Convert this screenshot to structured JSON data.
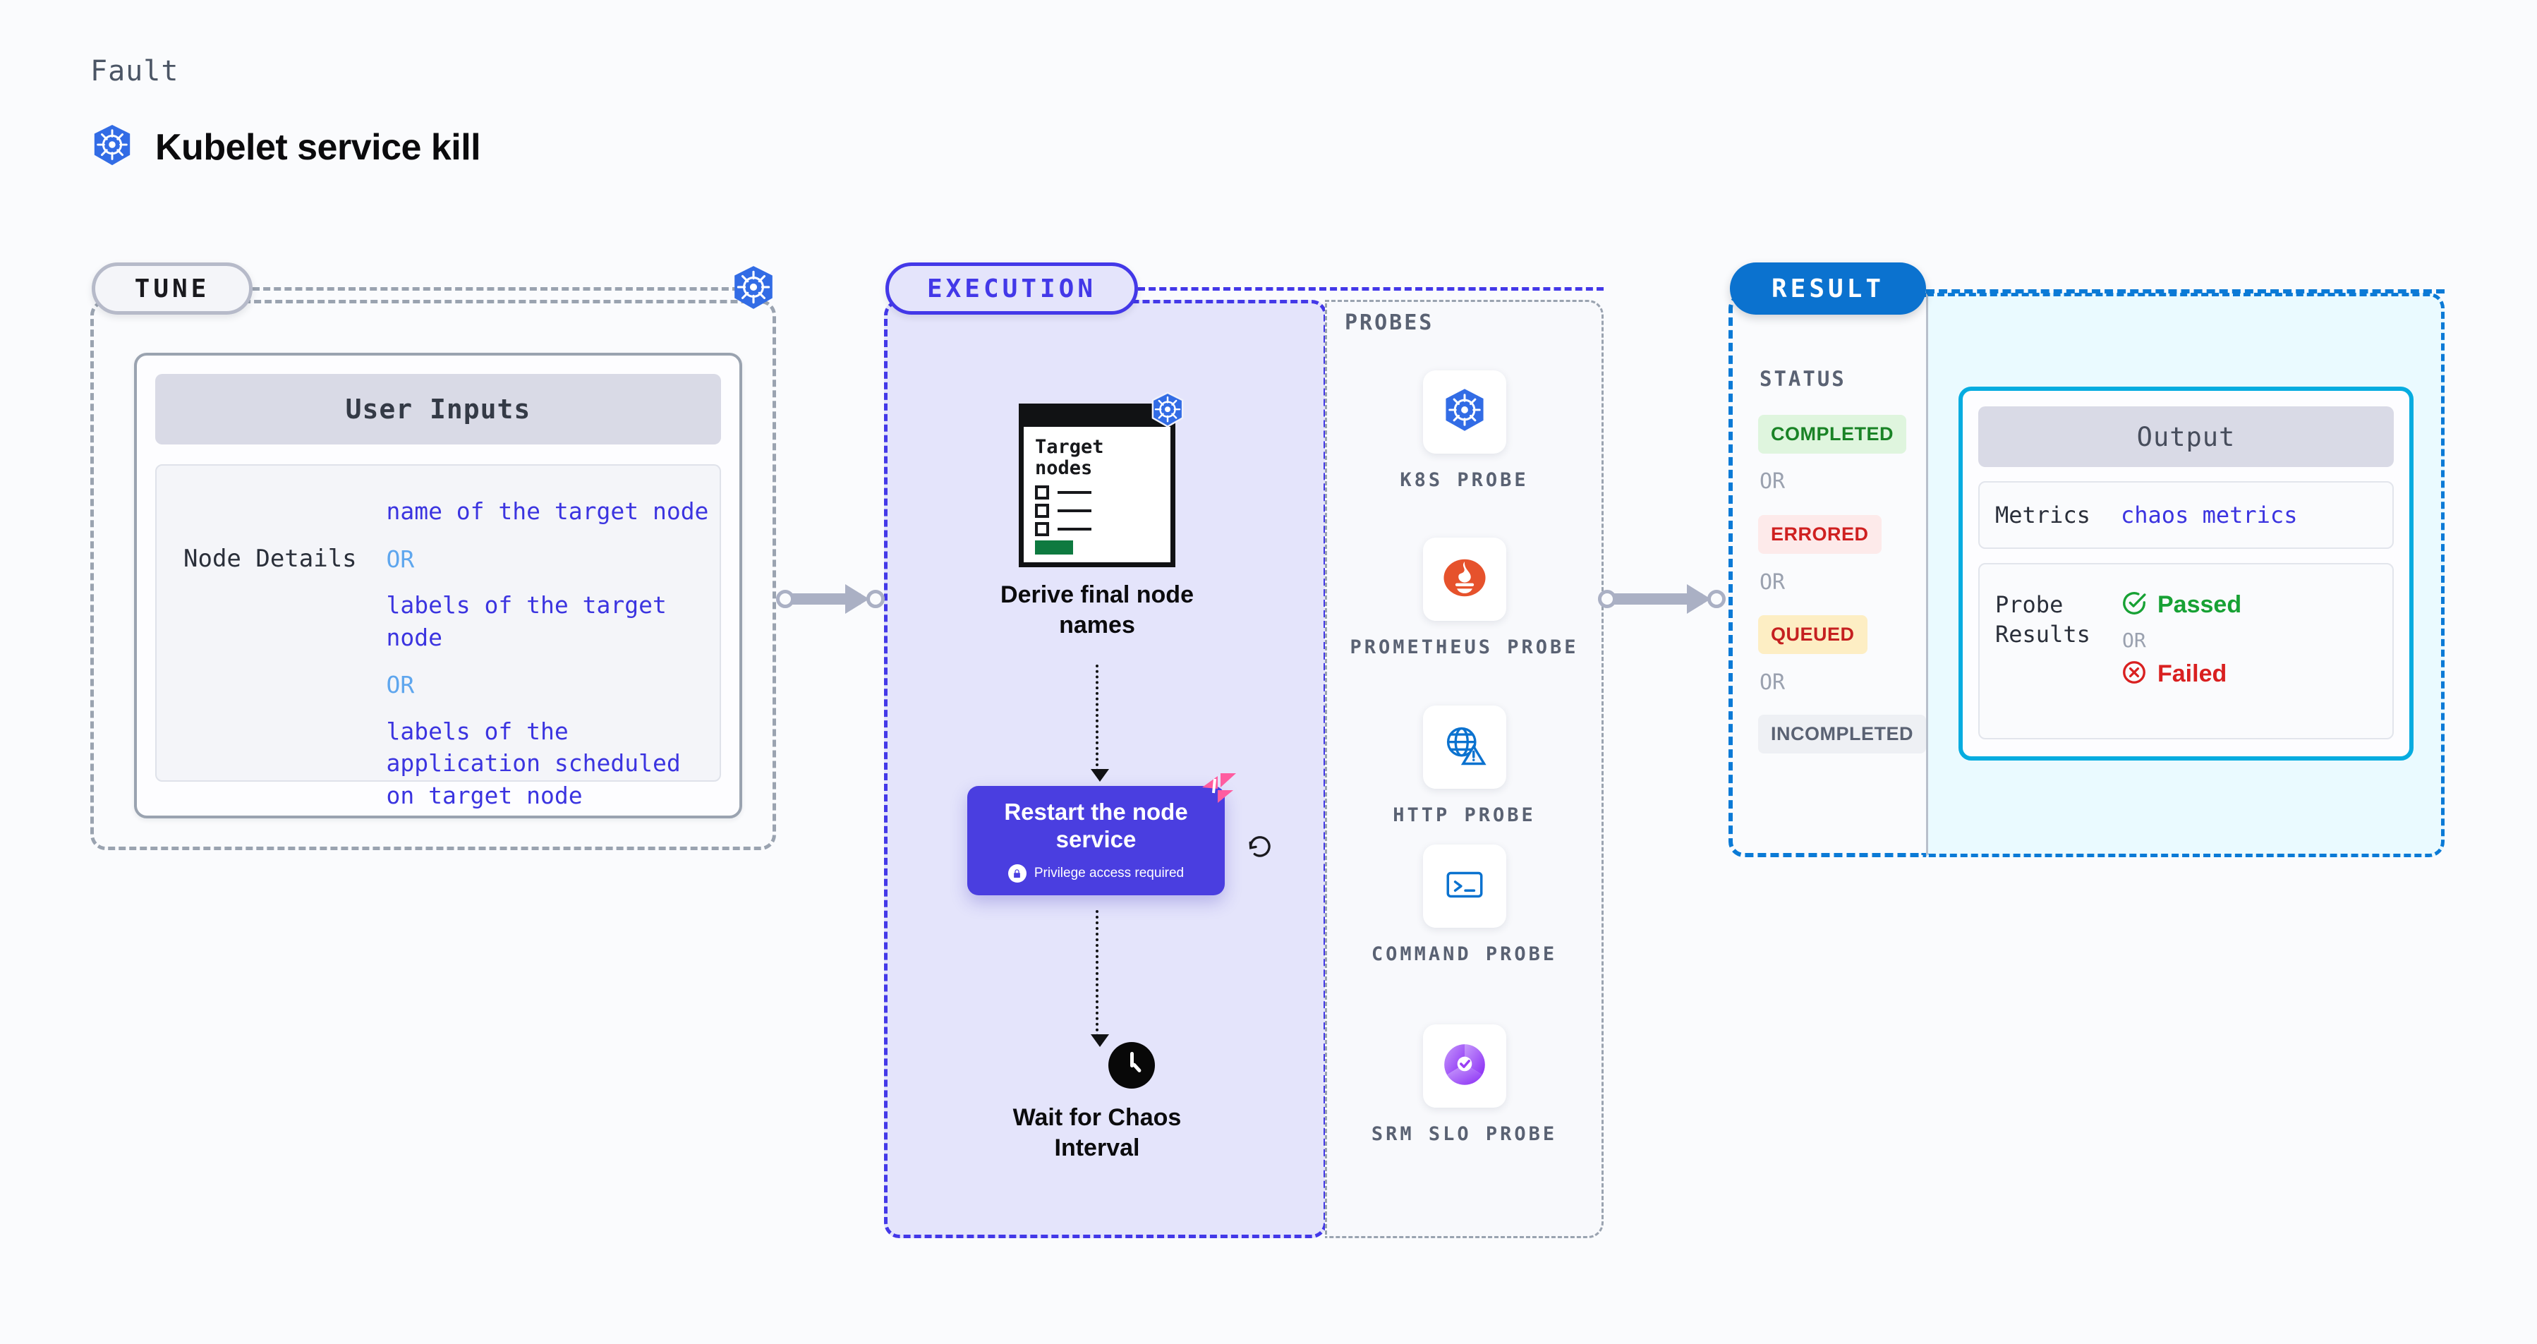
{
  "header": {
    "eyebrow": "Fault",
    "title": "Kubelet service kill",
    "icon": "kubernetes-icon"
  },
  "tune": {
    "tab_label": "TUNE",
    "badge_icon": "kubernetes-icon",
    "card": {
      "heading": "User Inputs",
      "rows": [
        {
          "key": "Node Details",
          "values": [
            "name of the target node",
            "labels of the target node",
            "labels of the application scheduled on target node"
          ],
          "separator": "OR"
        }
      ]
    }
  },
  "execution": {
    "tab_label": "EXECUTION",
    "steps": [
      {
        "id": "derive-final-node-names",
        "label": "Derive final node names",
        "card_title": "Target nodes",
        "badge_icon": "kubernetes-icon"
      },
      {
        "id": "restart-the-node-service",
        "label": "Restart the node service",
        "note": "Privilege access required",
        "note_icon": "lock-icon",
        "corner_icon": "harness-icon",
        "side_icon": "retry-icon"
      },
      {
        "id": "wait-for-chaos-interval",
        "label": "Wait for Chaos Interval",
        "icon": "clock-icon"
      }
    ]
  },
  "probes": {
    "section_label": "PROBES",
    "items": [
      {
        "name": "K8S PROBE",
        "icon": "kubernetes-icon"
      },
      {
        "name": "PROMETHEUS PROBE",
        "icon": "prometheus-icon"
      },
      {
        "name": "HTTP PROBE",
        "icon": "globe-warning-icon"
      },
      {
        "name": "COMMAND PROBE",
        "icon": "terminal-icon"
      },
      {
        "name": "SRM SLO PROBE",
        "icon": "srm-slo-icon"
      }
    ]
  },
  "result": {
    "tab_label": "RESULT",
    "status_label": "STATUS",
    "or_label": "OR",
    "statuses": [
      {
        "label": "COMPLETED",
        "color": "#1a8326",
        "bg": "#dff5de"
      },
      {
        "label": "ERRORED",
        "color": "#cf2020",
        "bg": "#fdeaea"
      },
      {
        "label": "QUEUED",
        "color": "#c52020",
        "bg": "#fdeec4"
      },
      {
        "label": "INCOMPLETED",
        "color": "#5a6273",
        "bg": "#eef0f4"
      }
    ],
    "output": {
      "heading": "Output",
      "metrics_key": "Metrics",
      "metrics_value": "chaos metrics",
      "probe_results_key": "Probe Results",
      "passed_label": "Passed",
      "failed_label": "Failed",
      "or_label": "OR",
      "passed_icon": "check-circle-icon",
      "failed_icon": "x-circle-icon"
    }
  },
  "colors": {
    "accent_execution": "#4338e8",
    "accent_result": "#0b72cf",
    "accent_output": "#06ace0",
    "restart_box": "#4a3ee0",
    "harness_pink": "#ff5ca0",
    "connector": "#aab0c4"
  }
}
